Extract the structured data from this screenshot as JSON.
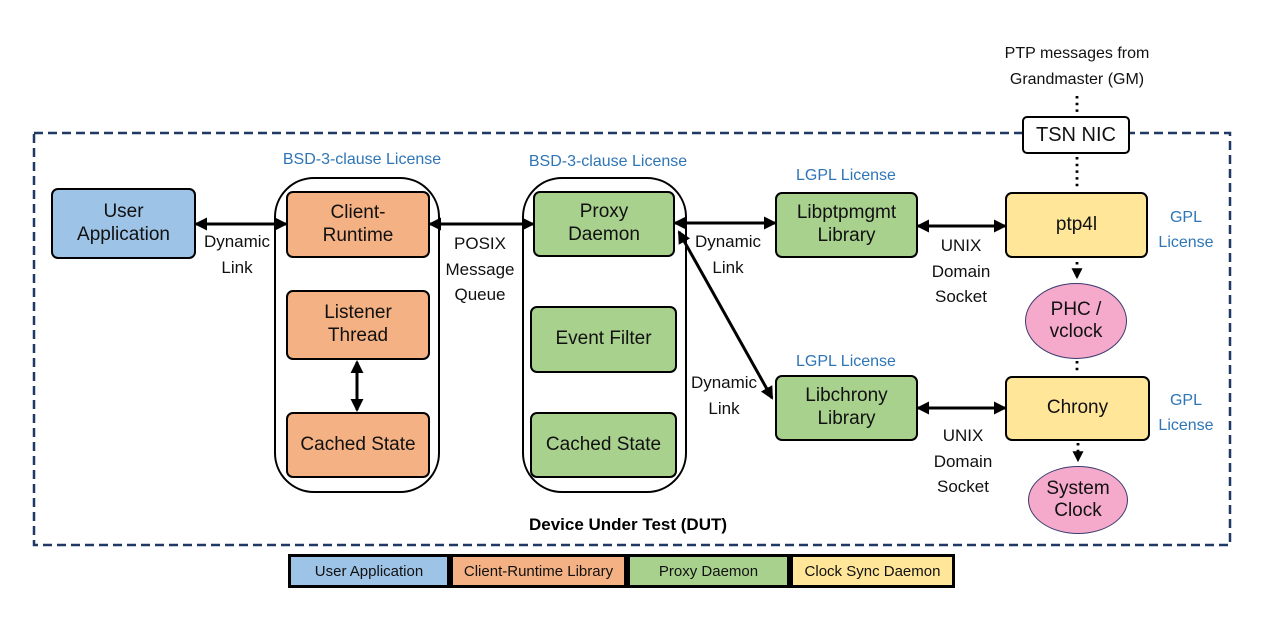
{
  "annotation": {
    "ptp_from_gm": "PTP messages from Grandmaster (GM)"
  },
  "nodes": {
    "tsn_nic": "TSN NIC",
    "user_application": "User Application",
    "client_runtime": "Client-Runtime",
    "listener_thread": "Listener Thread",
    "client_cached_state": "Cached State",
    "proxy_daemon": "Proxy Daemon",
    "event_filter": "Event Filter",
    "proxy_cached_state": "Cached State",
    "libptpmgmt": "Libptpmgmt Library",
    "libchrony": "Libchrony Library",
    "ptp4l": "ptp4l",
    "chrony": "Chrony",
    "phc_vclock": "PHC / vclock",
    "system_clock": "System Clock"
  },
  "licenses": {
    "client_container": "BSD-3-clause License",
    "proxy_container": "BSD-3-clause License",
    "libptpmgmt": "LGPL License",
    "libchrony": "LGPL License",
    "ptp4l": "GPL License",
    "chrony": "GPL License"
  },
  "edge_labels": {
    "dynamic_link_user": "Dynamic Link",
    "posix_queue": "POSIX Message Queue",
    "dynamic_link_ptp": "Dynamic Link",
    "dynamic_link_chrony": "Dynamic Link",
    "unix_socket_ptp": "UNIX Domain Socket",
    "unix_socket_chrony": "UNIX Domain Socket"
  },
  "dut": {
    "label": "Device Under Test (DUT)"
  },
  "colors": {
    "user_app_blue": "#9DC3E6",
    "client_orange": "#F4B183",
    "proxy_green": "#A9D18E",
    "daemon_yellow": "#FFE699",
    "clock_pink": "#F5A9CB",
    "license_blue": "#2E75B6",
    "dut_border_navy": "#1F3864",
    "white": "#FFFFFF"
  },
  "legend": {
    "items": [
      {
        "label": "User Application",
        "color": "#9DC3E6"
      },
      {
        "label": "Client-Runtime Library",
        "color": "#F4B183"
      },
      {
        "label": "Proxy Daemon",
        "color": "#A9D18E"
      },
      {
        "label": "Clock Sync Daemon",
        "color": "#FFE699"
      }
    ]
  }
}
